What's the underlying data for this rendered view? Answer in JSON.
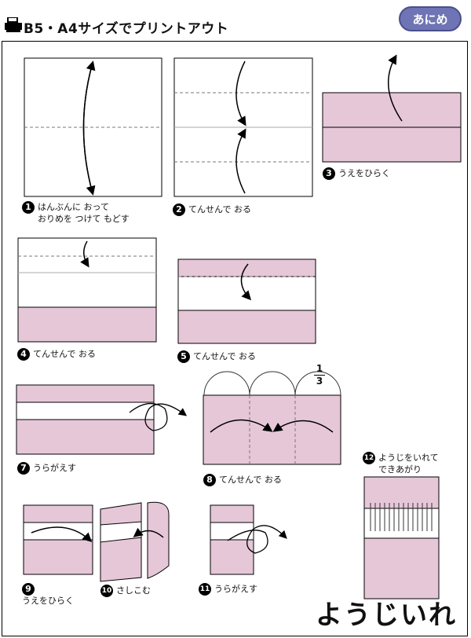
{
  "header": {
    "title": "B5・A4サイズでプリントアウト",
    "badge": "あにめ"
  },
  "fraction": {
    "numerator": "1",
    "denominator": "3"
  },
  "steps": [
    {
      "n": "1",
      "text": "はんぶんに おって",
      "text2": "おりめを つけて もどす"
    },
    {
      "n": "2",
      "text": "てんせんで おる"
    },
    {
      "n": "3",
      "text": "うえをひらく"
    },
    {
      "n": "4",
      "text": "てんせんで おる"
    },
    {
      "n": "5",
      "text": "てんせんで おる"
    },
    {
      "n": "7",
      "text": "うらがえす"
    },
    {
      "n": "8",
      "text": "てんせんで おる"
    },
    {
      "n": "9",
      "text": "うえをひらく"
    },
    {
      "n": "10",
      "text": "さしこむ"
    },
    {
      "n": "11",
      "text": "うらがえす"
    },
    {
      "n": "12",
      "text": "ようじをいれて",
      "text2": "できあがり"
    }
  ],
  "footer": {
    "title": "ようじいれ"
  },
  "colors": {
    "pink": "#e6c7d8",
    "badge": "#6e74b4"
  }
}
